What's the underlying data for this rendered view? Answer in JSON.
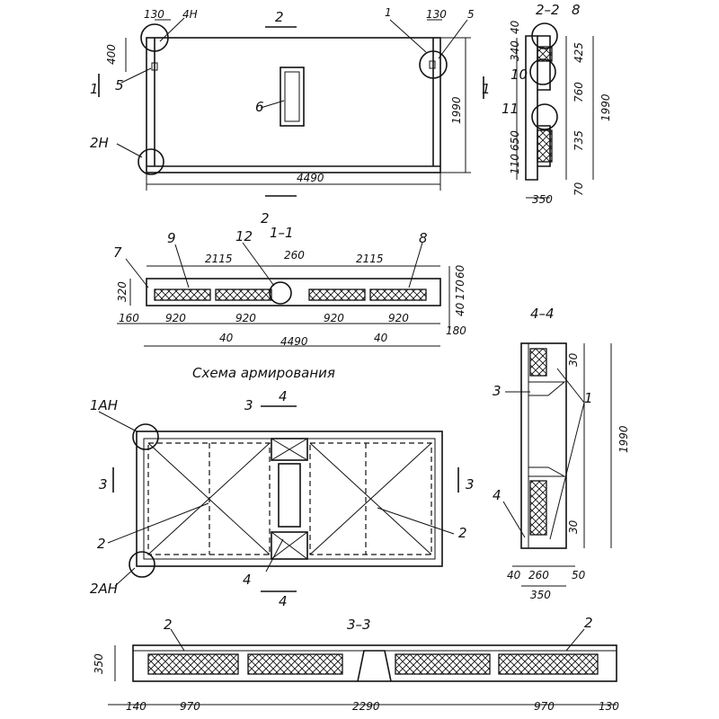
{
  "plan": {
    "section_2_top": "2",
    "section_2_bottom": "2",
    "section_1_left": "1",
    "section_1_right": "1",
    "top_dim_130": "130",
    "callout_4n": "4Н",
    "callout_1": "1",
    "right_dim_130": "130",
    "callout_5_right": "5",
    "dim_400": "400",
    "callout_5_left": "5",
    "callout_6": "6",
    "callout_2n": "2Н",
    "height_1990": "1990",
    "length_4490": "4490"
  },
  "section_22": {
    "title": "2–2",
    "callout_8": "8",
    "callout_10": "10",
    "callout_11": "11",
    "dim_40": "40",
    "dim_340": "340",
    "dim_425": "425",
    "dim_760": "760",
    "dim_1990": "1990",
    "dim_650": "650",
    "dim_735": "735",
    "dim_110": "110",
    "dim_70": "70",
    "dim_350": "350"
  },
  "section_11": {
    "title": "1–1",
    "callout_9": "9",
    "callout_12": "12",
    "callout_7": "7",
    "callout_8": "8",
    "dim_2115_left": "2115",
    "dim_260": "260",
    "dim_2115_right": "2115",
    "dim_320": "320",
    "dim_60": "60",
    "dim_170": "170",
    "dim_40r": "40",
    "dim_180": "180",
    "dim_160": "160",
    "dim_920_a": "920",
    "dim_920_b": "920",
    "dim_920_c": "920",
    "dim_920_d": "920",
    "dim_40_a": "40",
    "dim_4490": "4490",
    "dim_40_b": "40"
  },
  "scheme": {
    "title": "Схема армирования",
    "section_4_top": "4",
    "section_4_bottom": "4",
    "section_3_left": "3",
    "section_3_right": "3",
    "callout_1an": "1АН",
    "callout_3": "3",
    "callout_2_left": "2",
    "callout_2_right": "2",
    "callout_4": "4",
    "callout_2an": "2АН"
  },
  "section_44": {
    "title": "4–4",
    "callout_3": "3",
    "callout_1": "1",
    "callout_4": "4",
    "dim_30_top": "30",
    "dim_1990": "1990",
    "dim_30_bot": "30",
    "dim_40": "40",
    "dim_260": "260",
    "dim_50": "50",
    "dim_350": "350"
  },
  "section_33": {
    "title": "3–3",
    "callout_2_left": "2",
    "callout_2_right": "2",
    "dim_350": "350",
    "dim_140": "140",
    "dim_970_left": "970",
    "dim_2290": "2290",
    "dim_970_right": "970",
    "dim_130": "130"
  }
}
